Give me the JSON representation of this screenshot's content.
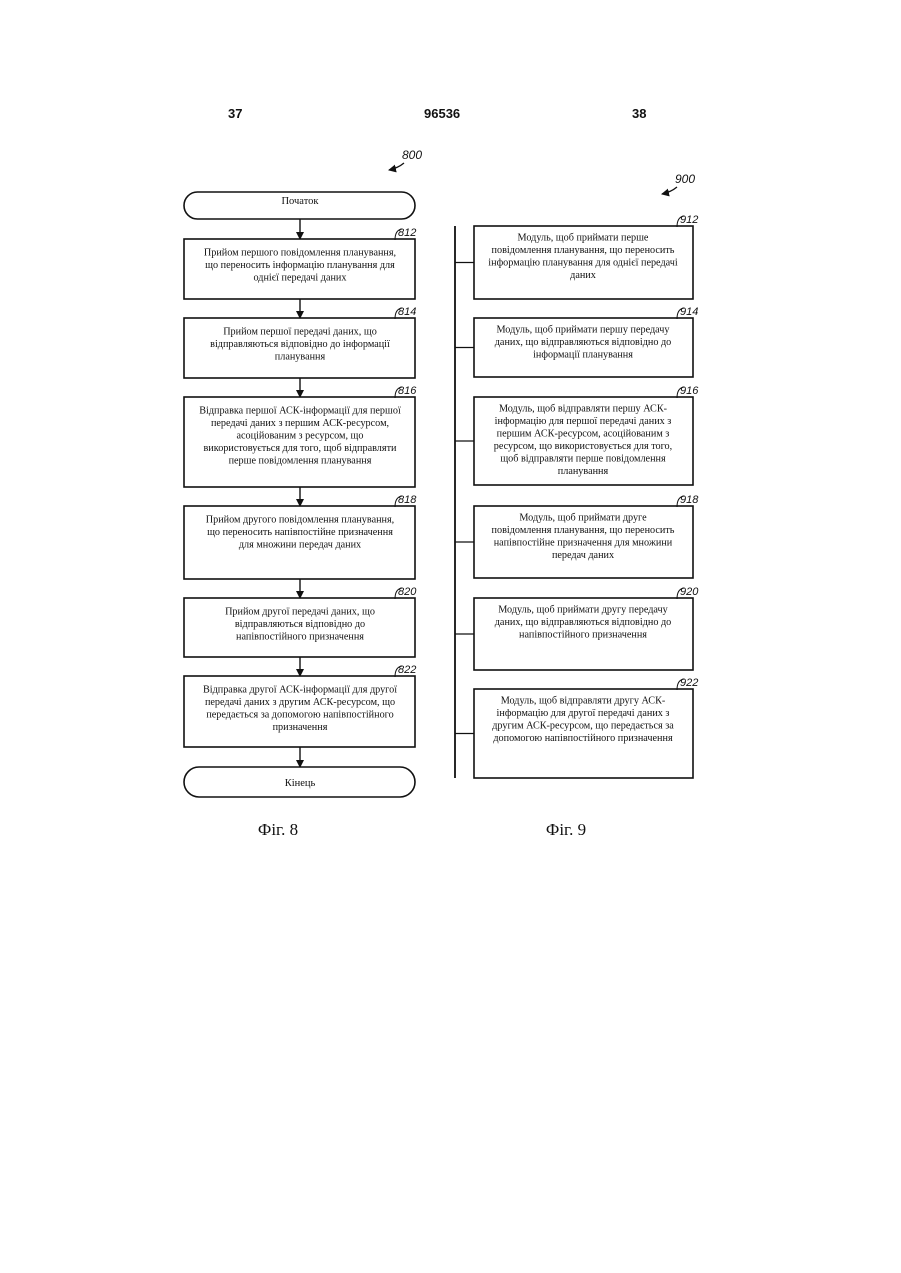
{
  "header": {
    "page_left": "37",
    "patent_number": "96536",
    "page_right": "38"
  },
  "fig8": {
    "ref": "800",
    "start": "Початок",
    "end": "Кінець",
    "caption": "Фіг. 8",
    "steps": [
      {
        "ref": "812",
        "lines": [
          "Прийом першого повідомлення планування,",
          "що переносить інформацію планування для",
          "однієї передачі даних"
        ]
      },
      {
        "ref": "814",
        "lines": [
          "Прийом першої передачі даних, що",
          "відправляються відповідно до інформації",
          "планування"
        ]
      },
      {
        "ref": "816",
        "lines": [
          "Відправка першої АСК-інформації для першої",
          "передачі даних з першим АСК-ресурсом,",
          "асоційованим з ресурсом, що",
          "використовується для того, щоб відправляти",
          "перше повідомлення планування"
        ]
      },
      {
        "ref": "818",
        "lines": [
          "Прийом другого повідомлення планування,",
          "що переносить напівпостійне призначення",
          "для множини передач даних"
        ]
      },
      {
        "ref": "820",
        "lines": [
          "Прийом другої передачі даних, що",
          "відправляються відповідно до",
          "напівпостійного призначення"
        ]
      },
      {
        "ref": "822",
        "lines": [
          "Відправка другої АСК-інформації для другої",
          "передачі даних з другим АСК-ресурсом, що",
          "передається за допомогою напівпостійного",
          "призначення"
        ]
      }
    ]
  },
  "fig9": {
    "ref": "900",
    "caption": "Фіг. 9",
    "modules": [
      {
        "ref": "912",
        "lines": [
          "Модуль, щоб приймати перше",
          "повідомлення планування, що переносить",
          "інформацію планування для однієї передачі",
          "даних"
        ]
      },
      {
        "ref": "914",
        "lines": [
          "Модуль, щоб приймати першу передачу",
          "даних, що відправляються відповідно до",
          "інформації планування"
        ]
      },
      {
        "ref": "916",
        "lines": [
          "Модуль, щоб відправляти першу АСК-",
          "інформацію для першої передачі даних з",
          "першим АСК-ресурсом, асоційованим з",
          "ресурсом, що використовується для того,",
          "щоб відправляти перше повідомлення",
          "планування"
        ]
      },
      {
        "ref": "918",
        "lines": [
          "Модуль, щоб приймати друге",
          "повідомлення планування, що переносить",
          "напівпостійне призначення для множини",
          "передач даних"
        ]
      },
      {
        "ref": "920",
        "lines": [
          "Модуль, щоб приймати другу передачу",
          "даних, що відправляються відповідно до",
          "напівпостійного призначення"
        ]
      },
      {
        "ref": "922",
        "lines": [
          "Модуль, щоб відправляти другу АСК-",
          "інформацію для другої передачі даних з",
          "другим АСК-ресурсом, що передається за",
          "допомогою напівпостійного призначення"
        ]
      }
    ]
  }
}
